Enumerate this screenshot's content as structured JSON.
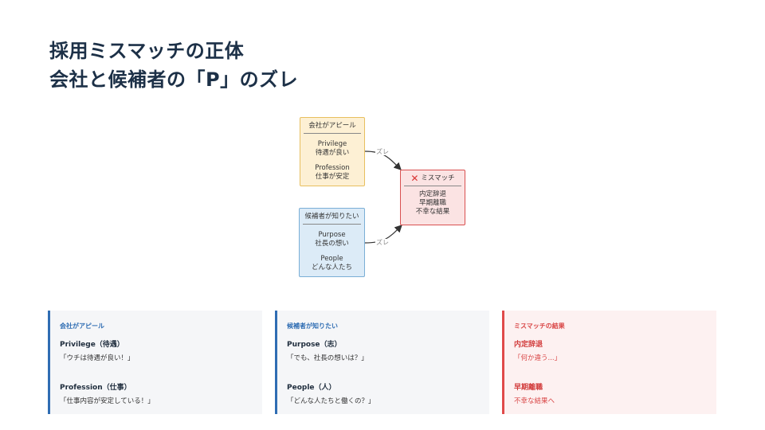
{
  "title": {
    "line1": "採用ミスマッチの正体",
    "line2": "会社と候補者の「P」のズレ"
  },
  "diagram": {
    "company_box": {
      "header": "会社がアピール",
      "items": [
        {
          "en": "Privilege",
          "ja": "待遇が良い"
        },
        {
          "en": "Profession",
          "ja": "仕事が安定"
        }
      ]
    },
    "candidate_box": {
      "header": "候補者が知りたい",
      "items": [
        {
          "en": "Purpose",
          "ja": "社長の想い"
        },
        {
          "en": "People",
          "ja": "どんな人たち"
        }
      ]
    },
    "mismatch_box": {
      "icon": "x-mark-icon",
      "header": "ミスマッチ",
      "lines": [
        "内定辞退",
        "早期離職",
        "不幸な結果"
      ]
    },
    "edge_label_top": "ズレ",
    "edge_label_bottom": "ズレ"
  },
  "cards": [
    {
      "title": "会社がアピール",
      "entries": [
        {
          "head": "Privilege（待遇）",
          "text": "「ウチは待遇が良い！」"
        },
        {
          "head": "Profession（仕事）",
          "text": "「仕事内容が安定している！」"
        }
      ]
    },
    {
      "title": "候補者が知りたい",
      "entries": [
        {
          "head": "Purpose（志）",
          "text": "「でも、社長の想いは？」"
        },
        {
          "head": "People（人）",
          "text": "「どんな人たちと働くの？」"
        }
      ]
    },
    {
      "title": "ミスマッチの結果",
      "entries": [
        {
          "head": "内定辞退",
          "text": "「何か違う...」"
        },
        {
          "head": "早期離職",
          "text": "不幸な結果へ"
        }
      ]
    }
  ],
  "colors": {
    "company_fill": "#fdf0d4",
    "candidate_fill": "#dcebf7",
    "mismatch_fill": "#fbe3e3",
    "accent_blue": "#2f6db3",
    "accent_red": "#e04a4a"
  }
}
